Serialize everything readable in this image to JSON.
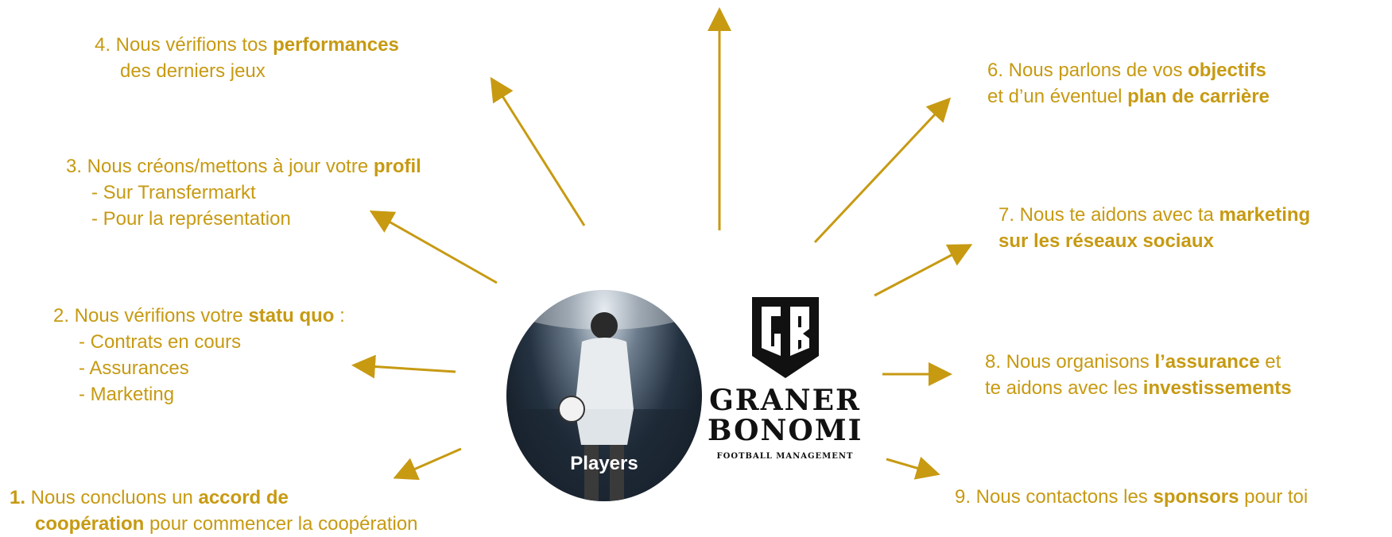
{
  "steps": [
    {
      "num": "1.",
      "text_a": " Nous concluons un ",
      "bold_a": "accord de",
      "bold_b": "coopération",
      "text_b": " pour commencer la coopération"
    },
    {
      "line1_a": "2. Nous vérifions votre ",
      "line1_bold": "statu quo",
      "line1_b": " :",
      "items": [
        "- Contrats en cours",
        "- Assurances",
        "- Marketing"
      ]
    },
    {
      "line1_a": "3. Nous créons/mettons à jour votre ",
      "line1_bold": "profil",
      "items": [
        "- Sur Transfermarkt",
        "- Pour la représentation"
      ]
    },
    {
      "line1_a": "4. Nous vérifions tos ",
      "line1_bold": "performances",
      "line2": "des derniers jeux"
    },
    {
      "line1_a": "6. Nous parlons de vos ",
      "line1_bold": "objectifs",
      "line2_a": "et d’un éventuel ",
      "line2_bold": "plan de carrière"
    },
    {
      "line1_a": "7. Nous te aidons avec ta ",
      "line1_bold": "marketing",
      "line2_bold": "sur les réseaux sociaux"
    },
    {
      "line1_a": "8. Nous organisons ",
      "line1_bold": "l’assurance",
      "line1_b": " et",
      "line2_a": "te aidons avec les ",
      "line2_bold": "investissements"
    },
    {
      "line1_a": "9. Nous contactons les ",
      "line1_bold": "sponsors",
      "line1_b": " pour toi"
    }
  ],
  "center": {
    "players_label": "Players",
    "logo_monogram": "GB",
    "brand_line1": "GRANER",
    "brand_line2": "BONOMI",
    "brand_sub": "FOOTBALL MANAGEMENT"
  },
  "colors": {
    "accent": "#c79a12",
    "brand": "#111111"
  }
}
